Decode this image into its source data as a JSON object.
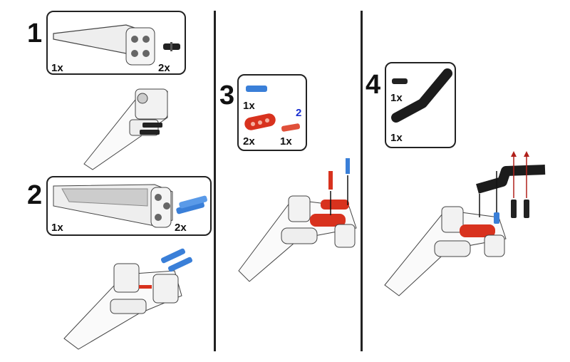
{
  "steps": [
    {
      "number": "1",
      "parts": [
        {
          "qty": "1x",
          "part": "white-panel"
        },
        {
          "qty": "2x",
          "part": "black-pin"
        }
      ]
    },
    {
      "number": "2",
      "parts": [
        {
          "qty": "1x",
          "part": "white-printed-panel"
        },
        {
          "qty": "2x",
          "part": "blue-axle-pin"
        }
      ]
    },
    {
      "number": "3",
      "parts": [
        {
          "qty": "1x",
          "part": "blue-axle-pin"
        },
        {
          "qty": "2x",
          "part": "red-beam"
        },
        {
          "qty": "1x",
          "part": "red-axle-pin"
        }
      ],
      "sub_count": "2"
    },
    {
      "number": "4",
      "parts": [
        {
          "qty": "1x",
          "part": "black-pin"
        },
        {
          "qty": "1x",
          "part": "black-bent-beam"
        }
      ]
    }
  ],
  "colors": {
    "red": "#d8321e",
    "blue": "#3a7fd8",
    "black": "#1c1c1c",
    "arrow": "#b0201a",
    "sub_count": "#1a2fd0"
  }
}
